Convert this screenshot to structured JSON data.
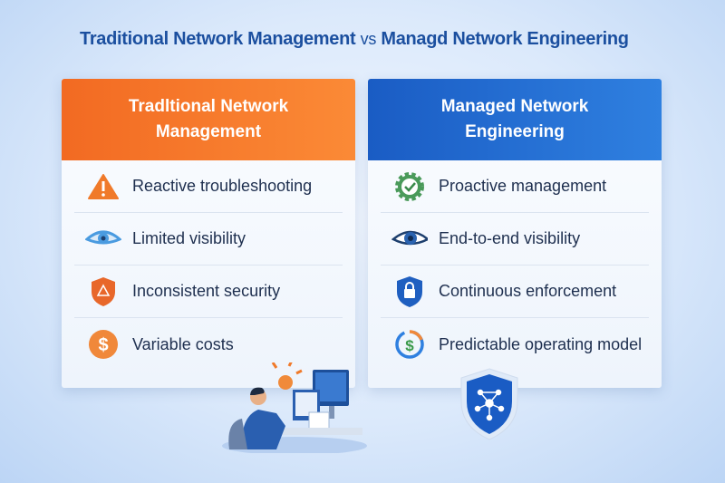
{
  "title": {
    "left": "Traditional Network Management",
    "vs": "vs",
    "right": "Managd Network Engineering"
  },
  "left": {
    "header": "Tradltional Network Management",
    "items": [
      {
        "label": "Reactive troubleshooting",
        "icon": "warning-triangle-icon"
      },
      {
        "label": "Limited visibility",
        "icon": "eye-icon"
      },
      {
        "label": "Inconsistent security",
        "icon": "warning-shield-icon"
      },
      {
        "label": "Variable costs",
        "icon": "dollar-icon"
      }
    ]
  },
  "right": {
    "header": "Managed Network Engineering",
    "items": [
      {
        "label": "Proactive management",
        "icon": "gear-check-icon"
      },
      {
        "label": "End-to-end visibility",
        "icon": "eye-icon"
      },
      {
        "label": "Continuous enforcement",
        "icon": "lock-shield-icon"
      },
      {
        "label": "Predictable operating model",
        "icon": "dollar-cycle-icon"
      }
    ]
  },
  "colors": {
    "orange": "#f26a22",
    "blue": "#1a5cc4",
    "title": "#1b4f9f"
  }
}
